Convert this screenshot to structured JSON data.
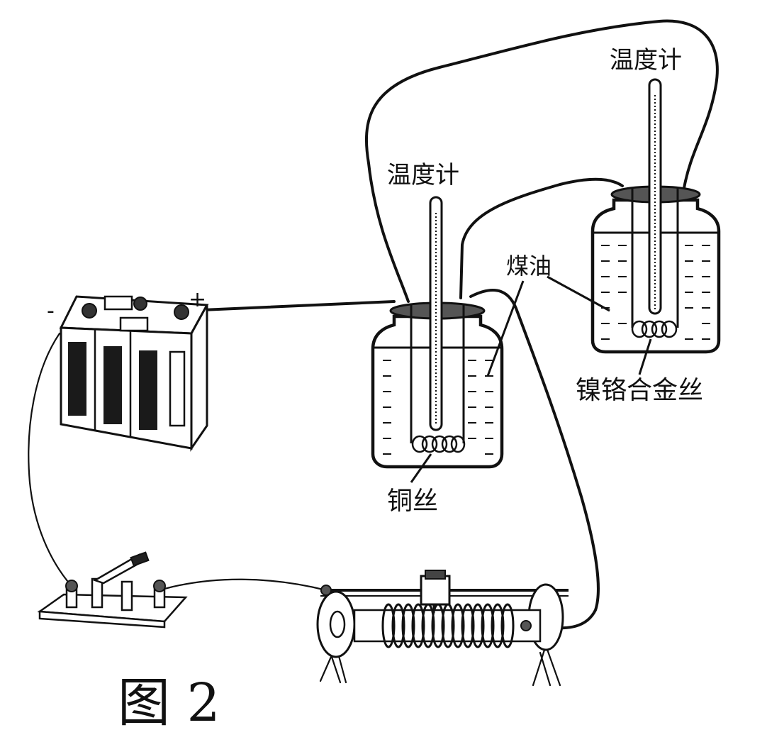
{
  "labels": {
    "thermometer_left": "温度计",
    "thermometer_right": "温度计",
    "kerosene": "煤油",
    "copper_wire": "铜丝",
    "nichrome_wire": "镍铬合金丝",
    "battery_negative": "-",
    "battery_positive": "+"
  },
  "figure_label": "图 2"
}
